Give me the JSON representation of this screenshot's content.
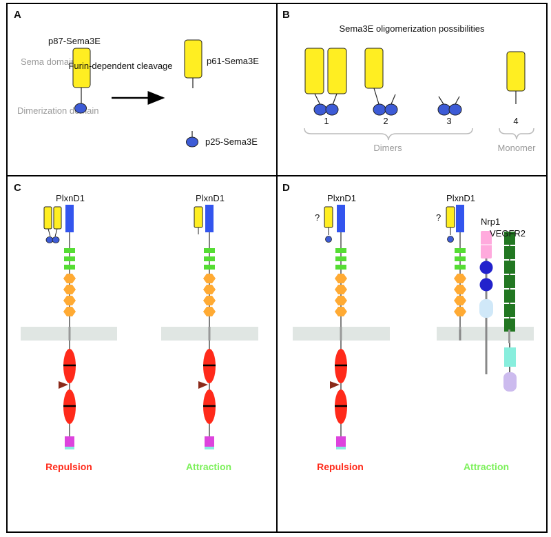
{
  "panels": {
    "A": {
      "letter": "A",
      "full_protein": "p87-Sema3E",
      "sema_domain": "Sema domain",
      "dimerization_domain": "Dimerization domain",
      "cleavage": "Furin-dependent cleavage",
      "fragment_large": "p61-Sema3E",
      "fragment_small": "p25-Sema3E"
    },
    "B": {
      "letter": "B",
      "title": "Sema3E oligomerization possibilities",
      "numbers": [
        "1",
        "2",
        "3",
        "4"
      ],
      "group_dimers": "Dimers",
      "group_monomer": "Monomer"
    },
    "C": {
      "letter": "C",
      "receptor_left": "PlxnD1",
      "receptor_right": "PlxnD1",
      "outcome_left": "Repulsion",
      "outcome_right": "Attraction"
    },
    "D": {
      "letter": "D",
      "receptor_left": "PlxnD1",
      "receptor_right": "PlxnD1",
      "question_left": "?",
      "question_right": "?",
      "coreceptor_1": "Nrp1",
      "coreceptor_2": "VEGFR2",
      "outcome_left": "Repulsion",
      "outcome_right": "Attraction"
    }
  },
  "colors": {
    "sema": "#ffee22",
    "dimer_ball": "#3d5bd6",
    "plexin_head": "#3355ee",
    "psi": "#55dd33",
    "ipt": "#ffaa33",
    "membrane": "#e0e6e3",
    "gap": "#ff2a1a",
    "arrowhead": "#8b2a1a",
    "cterm": "#dd44dd",
    "nrp1_top": "#ffaadd",
    "nrp1_mid": "#2222cc",
    "nrp1_bot": "#d0e8f8",
    "vegfr2": "#227722",
    "vegfr2_jm": "#88eedd",
    "vegfr2_kinase": "#ccbbee",
    "repulsion": "#ff2a1a",
    "attraction": "#7cf05a"
  }
}
